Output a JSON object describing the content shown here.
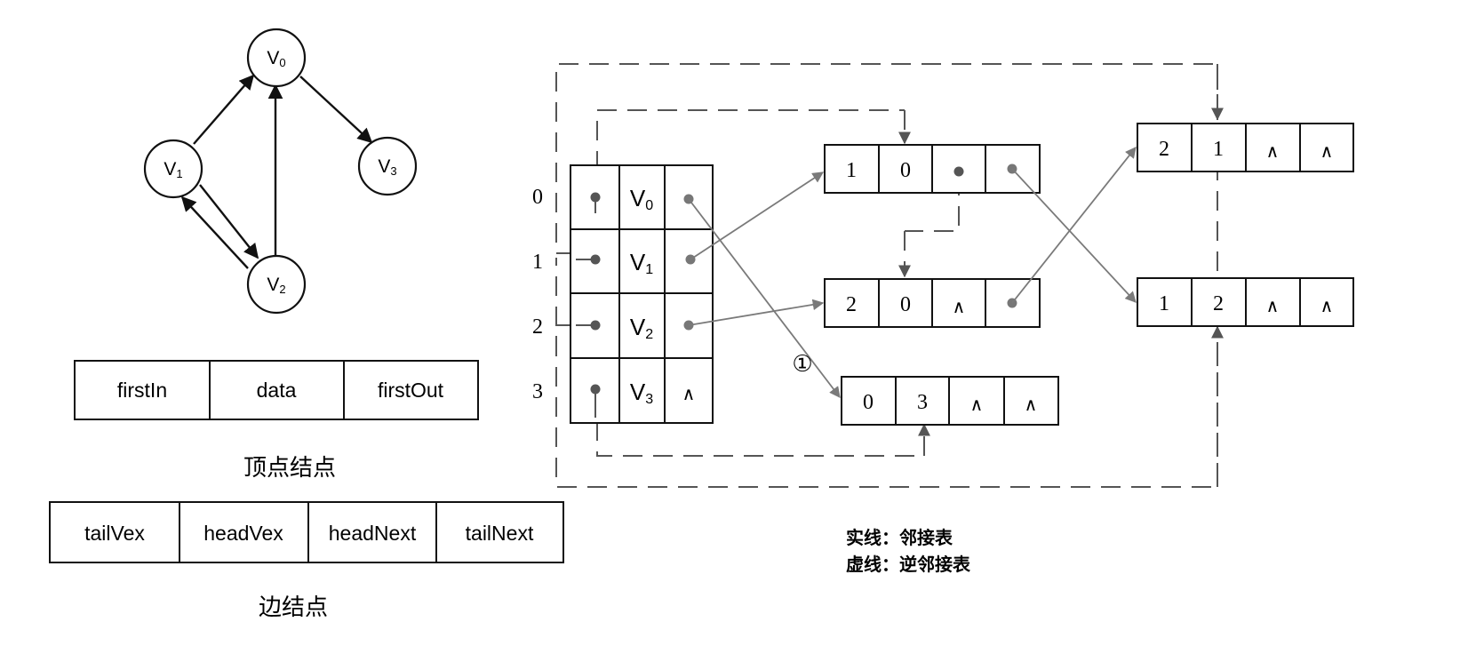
{
  "graph": {
    "vertices": [
      {
        "id": "v0",
        "letter": "V",
        "sub": "0"
      },
      {
        "id": "v1",
        "letter": "V",
        "sub": "1"
      },
      {
        "id": "v2",
        "letter": "V",
        "sub": "2"
      },
      {
        "id": "v3",
        "letter": "V",
        "sub": "3"
      }
    ],
    "edges": [
      [
        "v1",
        "v0"
      ],
      [
        "v2",
        "v0"
      ],
      [
        "v0",
        "v3"
      ],
      [
        "v1",
        "v2"
      ],
      [
        "v2",
        "v1"
      ]
    ]
  },
  "vertex_node": {
    "fields": [
      "firstIn",
      "data",
      "firstOut"
    ],
    "caption": "顶点结点"
  },
  "edge_node": {
    "fields": [
      "tailVex",
      "headVex",
      "headNext",
      "tailNext"
    ],
    "caption": "边结点"
  },
  "vertex_table": {
    "row_indices": [
      "0",
      "1",
      "2",
      "3"
    ],
    "rows": [
      {
        "letter": "V",
        "sub": "0",
        "firstOut": ""
      },
      {
        "letter": "V",
        "sub": "1",
        "firstOut": ""
      },
      {
        "letter": "V",
        "sub": "2",
        "firstOut": ""
      },
      {
        "letter": "V",
        "sub": "3",
        "firstOut": "∧"
      }
    ]
  },
  "edge_table": {
    "nodes": [
      {
        "id": "e10",
        "cells": [
          "1",
          "0",
          "",
          ""
        ]
      },
      {
        "id": "e20",
        "cells": [
          "2",
          "0",
          "∧",
          ""
        ]
      },
      {
        "id": "e03",
        "cells": [
          "0",
          "3",
          "∧",
          "∧"
        ]
      },
      {
        "id": "e21",
        "cells": [
          "2",
          "1",
          "∧",
          "∧"
        ]
      },
      {
        "id": "e12",
        "cells": [
          "1",
          "2",
          "∧",
          "∧"
        ]
      }
    ],
    "marker": "①"
  },
  "legend": {
    "solid": "实线：邻接表",
    "dashed": "虚线：逆邻接表"
  },
  "colors": {
    "solid_arrow": "#7a7a7a",
    "dashed_arrow": "#555555",
    "stroke": "#111111"
  }
}
